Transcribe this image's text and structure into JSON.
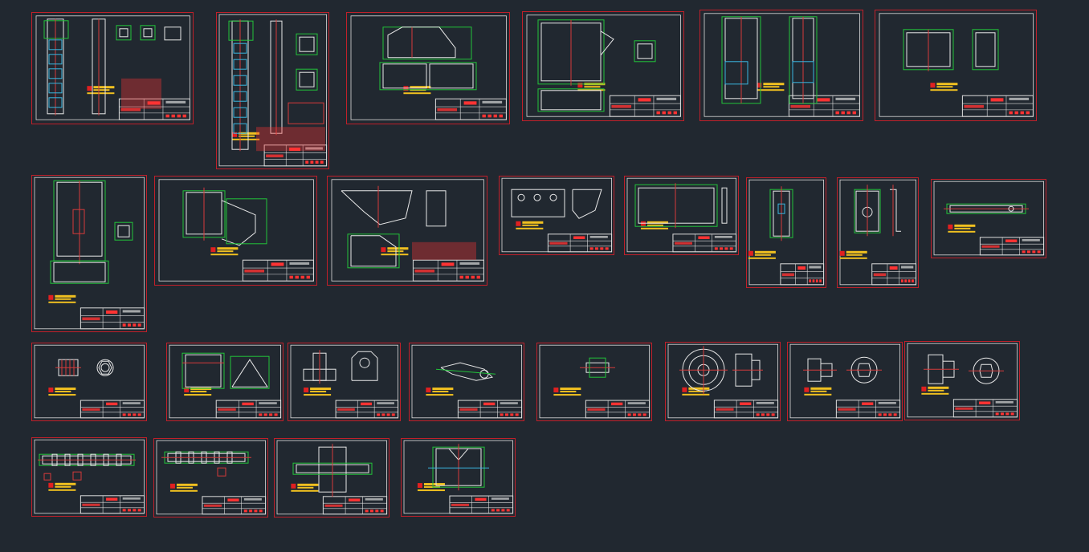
{
  "app": {
    "view": "CAD model space",
    "background_color": "#212830"
  },
  "colors": {
    "sheet_border": "#c0202a",
    "inner_frame": "#dcdcdc",
    "geometry": "#e8e8e8",
    "construction": "#22c33a",
    "centerline": "#d63a3a",
    "hidden": "#3ab6e0",
    "logo": "#f0c020",
    "title_text": "#ff3333"
  },
  "sheets": [
    {
      "id": "s1",
      "kind": "elevator-assembly"
    },
    {
      "id": "s2",
      "kind": "elevator-assembly"
    },
    {
      "id": "s3",
      "kind": "hopper"
    },
    {
      "id": "s4",
      "kind": "frame-with-chute"
    },
    {
      "id": "s5",
      "kind": "casing-sections"
    },
    {
      "id": "s6",
      "kind": "square-frames"
    },
    {
      "id": "s7",
      "kind": "tall-section"
    },
    {
      "id": "s8",
      "kind": "inlet-chute"
    },
    {
      "id": "s9",
      "kind": "discharge"
    },
    {
      "id": "s10",
      "kind": "bucket-plate"
    },
    {
      "id": "s11",
      "kind": "long-plate"
    },
    {
      "id": "s12",
      "kind": "small-part"
    },
    {
      "id": "s13",
      "kind": "bracket"
    },
    {
      "id": "s14",
      "kind": "shaft"
    },
    {
      "id": "s15",
      "kind": "sprocket"
    },
    {
      "id": "s16",
      "kind": "bucket"
    },
    {
      "id": "s17",
      "kind": "bearing-seat"
    },
    {
      "id": "s18",
      "kind": "lever"
    },
    {
      "id": "s19",
      "kind": "pin"
    },
    {
      "id": "s20",
      "kind": "wheel"
    },
    {
      "id": "s21",
      "kind": "hub"
    },
    {
      "id": "s22",
      "kind": "hub"
    },
    {
      "id": "s23",
      "kind": "head-shaft"
    },
    {
      "id": "s24",
      "kind": "tail-shaft"
    },
    {
      "id": "s25",
      "kind": "guide-plate"
    },
    {
      "id": "s26",
      "kind": "tensioner"
    }
  ]
}
